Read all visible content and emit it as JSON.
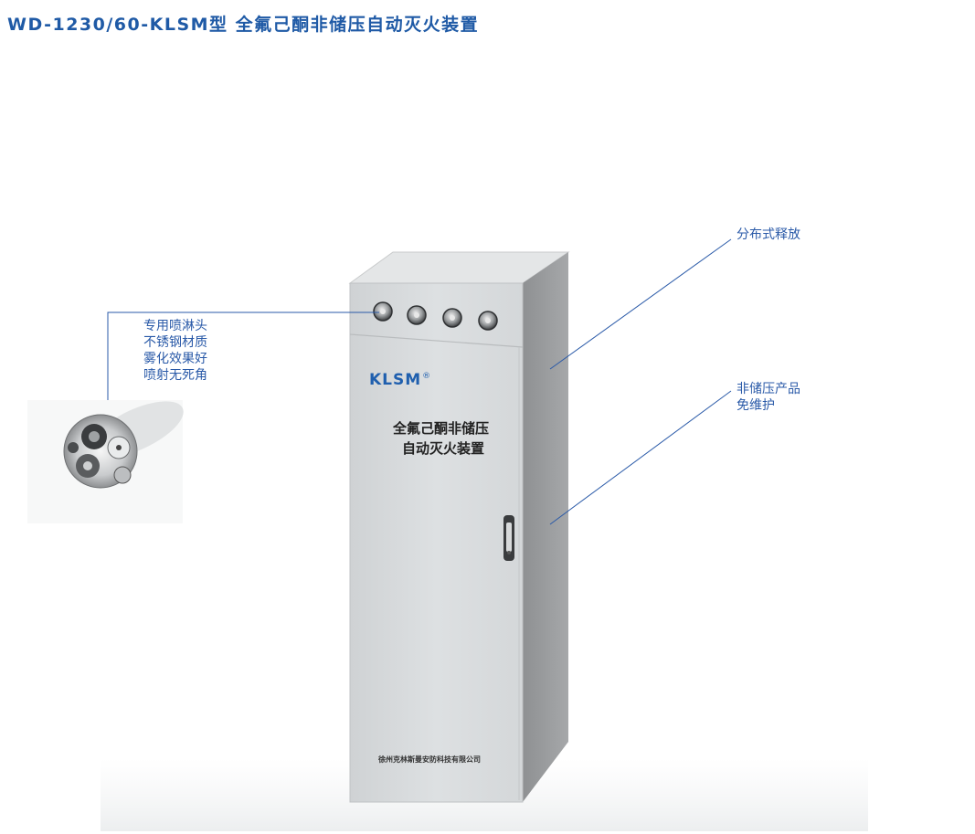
{
  "title": "WD-1230/60-KLSM型 全氟己酮非储压自动灭火装置",
  "callouts": {
    "nozzle": {
      "line1": "专用喷淋头",
      "line2": "不锈钢材质",
      "line3": "雾化效果好",
      "line4": "喷射无死角"
    },
    "release": {
      "line1": "分布式释放"
    },
    "nonpressure": {
      "line1": "非储压产品",
      "line2": "免维护"
    }
  },
  "cabinet": {
    "brand": "KLSM",
    "brand_mark": "®",
    "name_line1": "全氟己酮非储压",
    "name_line2": "自动灭火装置",
    "company": "徐州克林斯曼安防科技有限公司",
    "nozzle_count": 4
  },
  "colors": {
    "title": "#1f5aa6",
    "callout_text": "#2a5aa8",
    "callout_line": "#2a5aa8",
    "brand": "#1f5fae",
    "cabinet_front": "#d9dcde",
    "cabinet_side": "#9a9c9e",
    "cabinet_top": "#e6e8e9"
  }
}
